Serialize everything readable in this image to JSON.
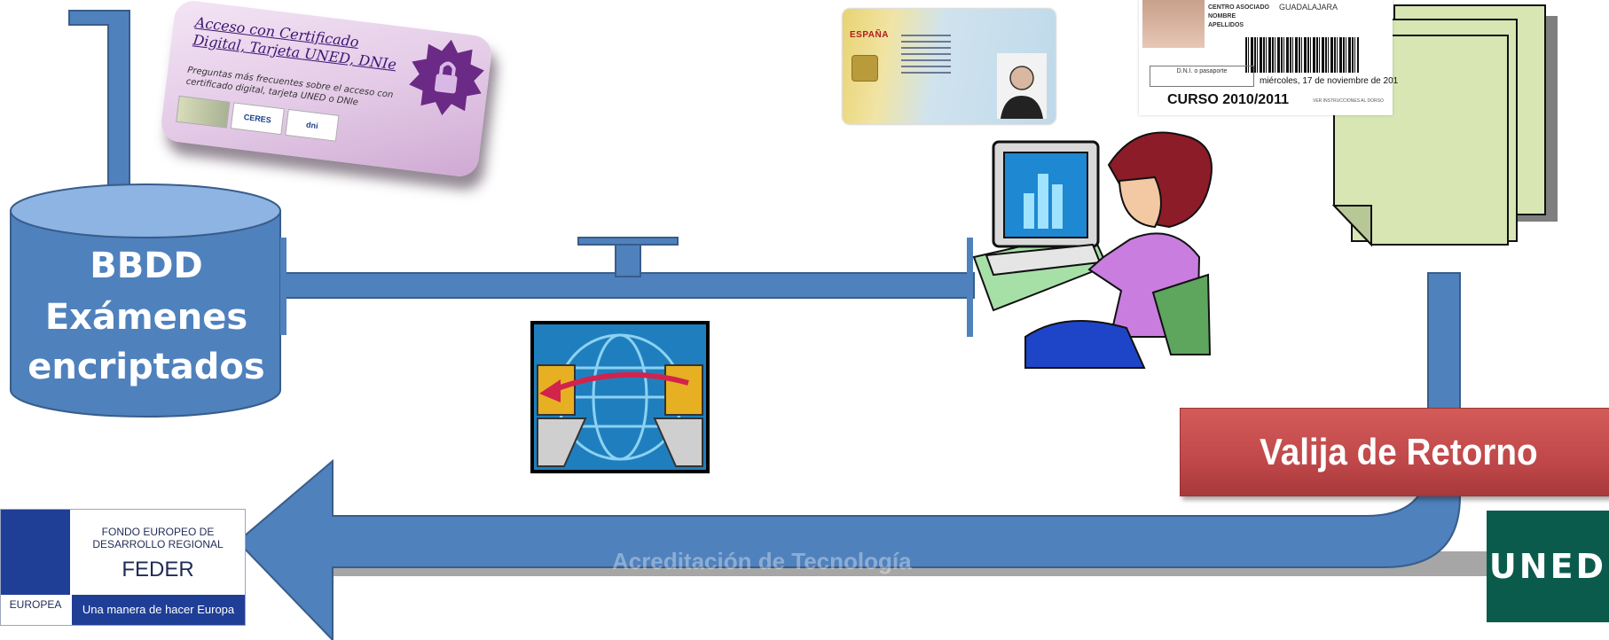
{
  "database": {
    "line1": "BBDD",
    "line2": "Exámenes",
    "line3": "encriptados"
  },
  "access_card": {
    "title": "Acceso con Certificado Digital, Tarjeta UNED, DNIe",
    "subtitle": "Preguntas más frecuentes sobre el acceso con certificado digital, tarjeta UNED o DNIe",
    "logos": [
      "",
      "CERES",
      "dni"
    ]
  },
  "id_card": {
    "country": "ESPAÑA"
  },
  "certificate": {
    "province": "GUADALAJARA",
    "field_labels": [
      "CENTRO ASOCIADO",
      "NOMBRE",
      "APELLIDOS"
    ],
    "dni_label": "D.N.I. o pasaporte",
    "date": "miércoles, 17 de noviembre de 201",
    "course": "CURSO 2010/2011",
    "note": "VER INSTRUCCIONES AL DORSO"
  },
  "return_bag": {
    "label": "Valija de Retorno"
  },
  "footer": {
    "text": "Acreditación de Tecnología"
  },
  "feder_logo": {
    "title": "FONDO EUROPEO DE DESARROLLO REGIONAL",
    "name": "FEDER",
    "region": "EUROPEA",
    "slogan": "Una manera de hacer Europa"
  },
  "uned_logo": {
    "text": "UNED"
  },
  "colors": {
    "arrow_blue": "#4f81bd",
    "arrow_outline": "#385d8a",
    "cylinder_blue": "#4f81bd",
    "valija_red": "#c0484a",
    "uned_green": "#0b5b4d",
    "feder_blue": "#1f3e96"
  }
}
